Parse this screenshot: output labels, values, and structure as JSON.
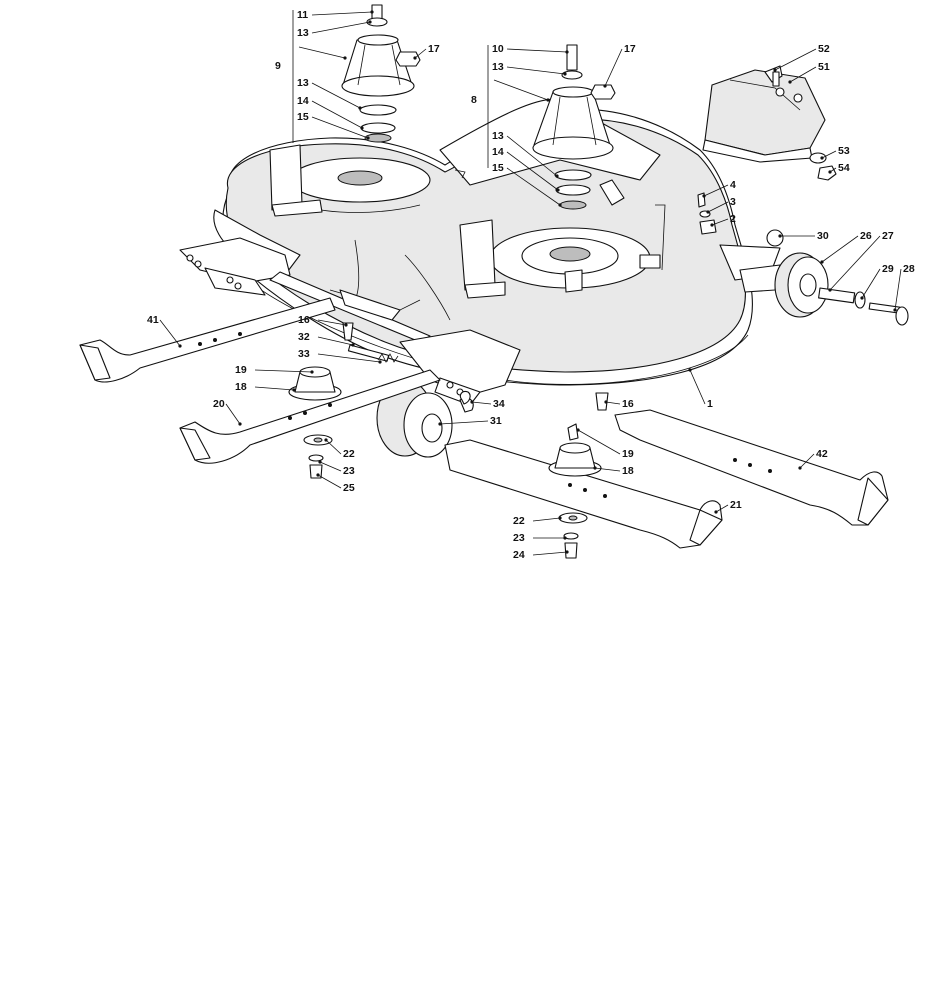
{
  "diagram": {
    "callouts": [
      "1",
      "2",
      "3",
      "4",
      "8",
      "9",
      "10",
      "11",
      "13",
      "14",
      "15",
      "16",
      "17",
      "18",
      "19",
      "20",
      "21",
      "22",
      "23",
      "24",
      "25",
      "26",
      "27",
      "28",
      "29",
      "30",
      "31",
      "32",
      "33",
      "34",
      "41",
      "42",
      "51",
      "52",
      "53",
      "54"
    ]
  }
}
